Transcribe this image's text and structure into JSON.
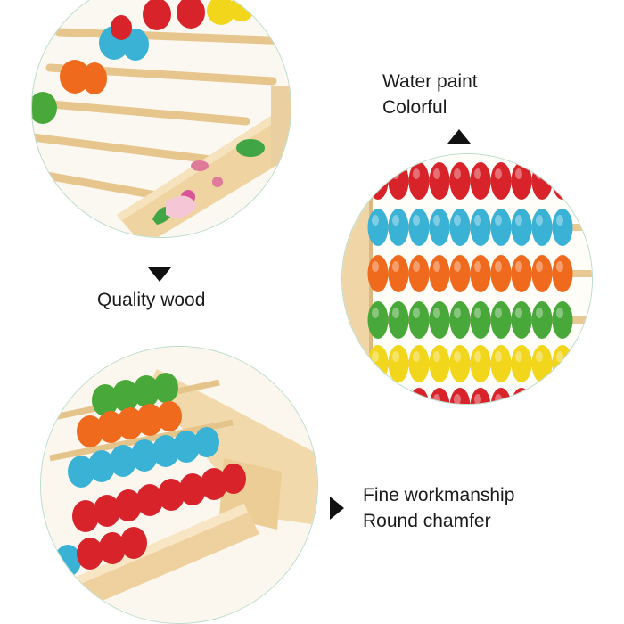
{
  "captions": {
    "quality": "Quality wood",
    "water_line1": "Water paint",
    "water_line2": "Colorful",
    "fine_line1": "Fine workmanship",
    "fine_line2": "Round chamfer"
  },
  "colors": {
    "red": "#d8232a",
    "blue": "#3ab2d6",
    "orange": "#f06a1e",
    "green": "#49a83a",
    "yellow": "#f2d61b",
    "wood": "#f1d8a8",
    "wood_dark": "#d9b57b",
    "rod": "#e8c994",
    "circle_border": "#b9dccb"
  },
  "icons": [
    "triangle-down-icon",
    "triangle-up-icon",
    "triangle-right-icon"
  ]
}
